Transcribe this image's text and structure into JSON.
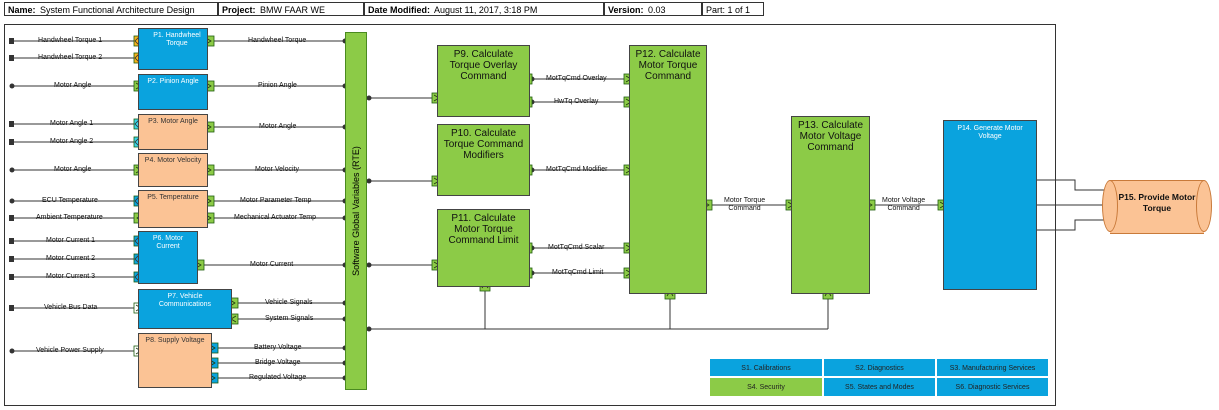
{
  "header": {
    "name_label": "Name:",
    "name": "System Functional Architecture Design",
    "project_label": "Project:",
    "project": "BMW FAAR WE",
    "date_label": "Date Modified:",
    "date": "August 11, 2017,  3:18 PM",
    "version_label": "Version:",
    "version": "0.03",
    "part": "Part: 1 of 1"
  },
  "rte_label": "Software Global Variables (RTE)",
  "blocks": {
    "p1": "P1. Handwheel Torque",
    "p2": "P2. Pinion Angle",
    "p3": "P3. Motor Angle",
    "p4": "P4. Motor Velocity",
    "p5": "P5. Temperature",
    "p6": "P6. Motor Current",
    "p7": "P7. Vehicle Communications",
    "p8": "P8. Supply Voltage",
    "p9": "P9. Calculate Torque Overlay Command",
    "p10": "P10. Calculate Torque Command Modifiers",
    "p11": "P11. Calculate Motor Torque Command Limit",
    "p12": "P12. Calculate Motor Torque Command",
    "p13": "P13. Calculate Motor Voltage Command",
    "p14": "P14. Generate Motor Voltage",
    "p15": "P15. Provide Motor Torque"
  },
  "inputs": {
    "hw1": "Handwheel Torque  1",
    "hw2": "Handwheel Torque  2",
    "motor_angle": "Motor Angle",
    "ma1": "Motor Angle  1",
    "ma2": "Motor Angle  2",
    "motor_angle_v": "Motor Angle",
    "ecu_temp": "ECU Temperature",
    "amb_temp": "Ambient Temperature",
    "mc1": "Motor Current  1",
    "mc2": "Motor Current  2",
    "mc3": "Motor Current  3",
    "bus": "Vehicle Bus Data",
    "power": "Vehicle Power Supply"
  },
  "signals": {
    "hw_torque": "Handwheel Torque",
    "pinion_angle": "Pinion Angle",
    "motor_angle": "Motor Angle",
    "motor_velocity": "Motor Velocity",
    "motor_param_temp": "Motor Parameter Temp",
    "mech_act_temp": "Mechanical Actuator Temp",
    "motor_current": "Motor Current",
    "vehicle_signals": "Vehicle Signals",
    "system_signals": "System Signals",
    "battery_voltage": "Battery Voltage",
    "bridge_voltage": "Bridge Voltage",
    "regulated_voltage": "Regulated Voltage",
    "mottqcmd_overlay": "MotTqCmd Overlay",
    "hwtq_overlay": "HwTq Overlay",
    "mottqcmd_modifier": "MotTqCmd Modifier",
    "mottqcmd_scalar": "MotTqCmd Scalar",
    "mottqcmd_limit": "MotTqCmd Limit",
    "motor_torque_cmd_1": "Motor Torque",
    "motor_torque_cmd_2": "Command",
    "motor_voltage_cmd_1": "Motor Voltage",
    "motor_voltage_cmd_2": "Command"
  },
  "services": {
    "s1": "S1. Calibrations",
    "s2": "S2. Diagnostics",
    "s3": "S3. Manufacturing Services",
    "s4": "S4. Security",
    "s5": "S5. States and Modes",
    "s6": "S6. Diagnostic Services"
  },
  "colors": {
    "blue": "#0aa3de",
    "orange": "#fbc395",
    "green": "#8ccb47"
  }
}
